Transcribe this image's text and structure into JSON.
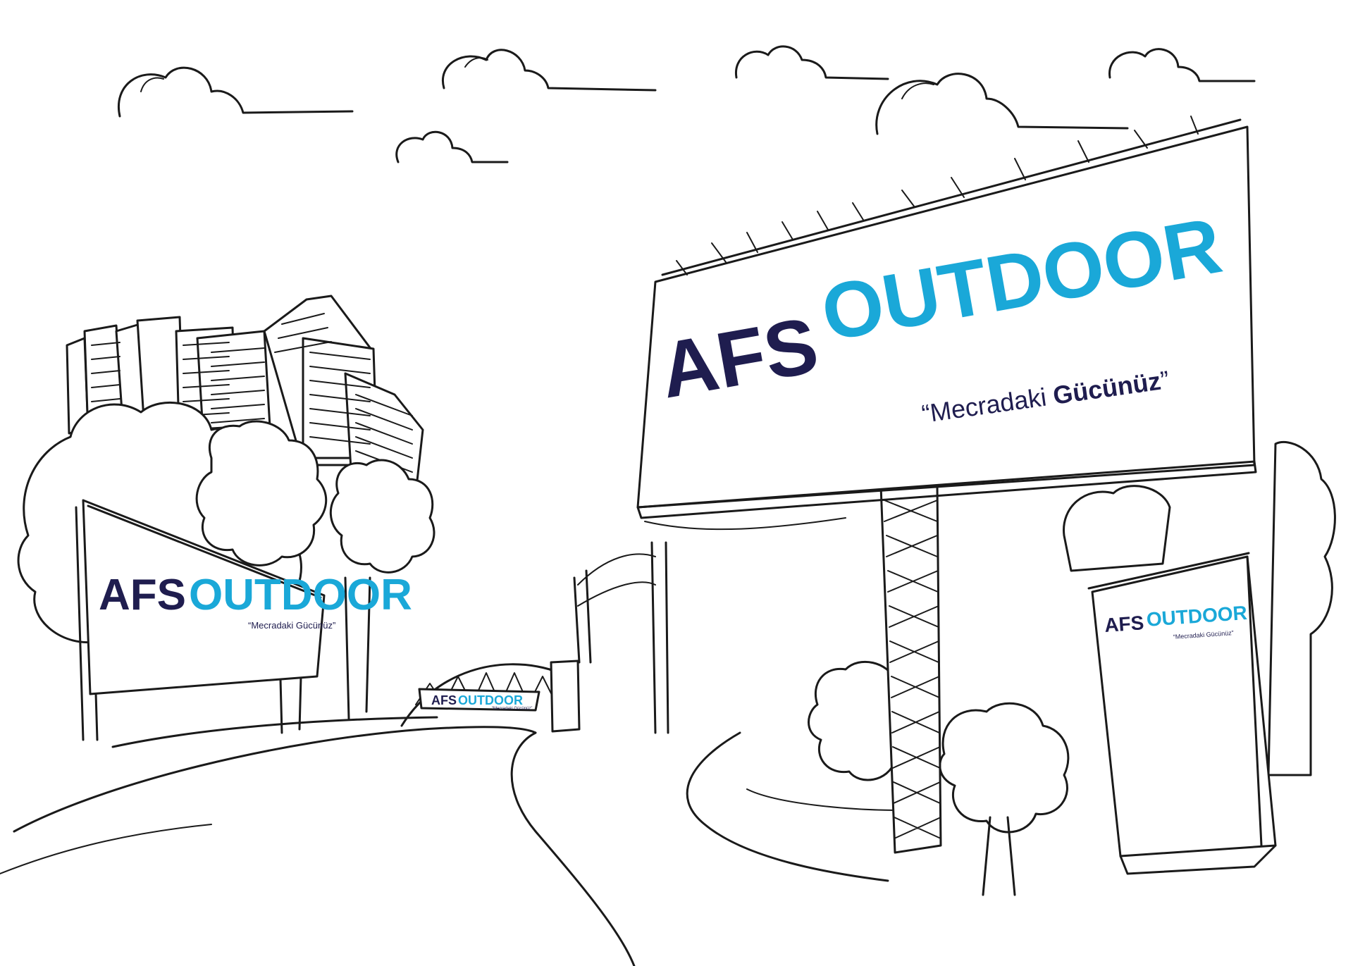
{
  "colors": {
    "brand_navy": "#1f1d4f",
    "brand_cyan": "#1aa8d8",
    "ink": "#1a1a1a",
    "background": "#ffffff"
  },
  "billboards": {
    "main": {
      "brand_left": "AFS",
      "brand_right": "OUTDOOR",
      "tagline_open": "“Mecradaki ",
      "tagline_bold": "Gücünüz",
      "tagline_close": "”"
    },
    "left": {
      "brand_left": "AFS",
      "brand_right": "OUTDOOR",
      "tagline": "“Mecradaki Gücünüz”"
    },
    "right_totem": {
      "brand_left": "AFS",
      "brand_right": "OUTDOOR",
      "tagline": "“Mecradaki Gücünüz”"
    },
    "bridge": {
      "brand_left": "AFS",
      "brand_right": "OUTDOOR",
      "tagline": "“Mecradaki Gücünüz”"
    }
  }
}
